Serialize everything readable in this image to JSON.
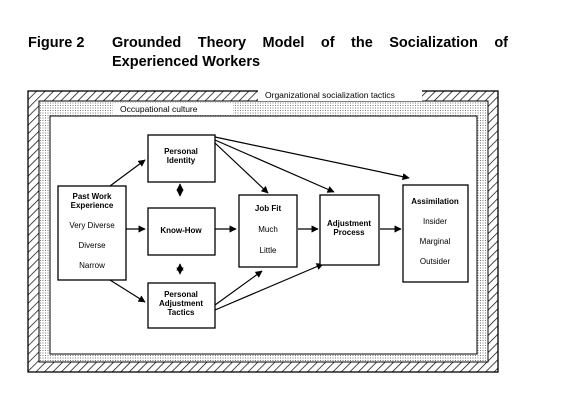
{
  "figure": {
    "label": "Figure 2",
    "title": "Grounded Theory Model of the Socialization of Experienced Workers"
  },
  "bands": {
    "outer": "Organizational socialization tactics",
    "inner": "Occupational culture"
  },
  "nodes": {
    "past_work": {
      "title1": "Past Work",
      "title2": "Experience",
      "items": [
        "Very Diverse",
        "Diverse",
        "Narrow"
      ]
    },
    "personal_identity": {
      "line1": "Personal",
      "line2": "Identity"
    },
    "know_how": {
      "label": "Know-How"
    },
    "personal_tactics": {
      "line1": "Personal",
      "line2": "Adjustment",
      "line3": "Tactics"
    },
    "job_fit": {
      "title": "Job Fit",
      "items": [
        "Much",
        "Little"
      ]
    },
    "adjustment": {
      "line1": "Adjustment",
      "line2": "Process"
    },
    "assimilation": {
      "title": "Assimilation",
      "items": [
        "Insider",
        "Marginal",
        "Outsider"
      ]
    }
  }
}
